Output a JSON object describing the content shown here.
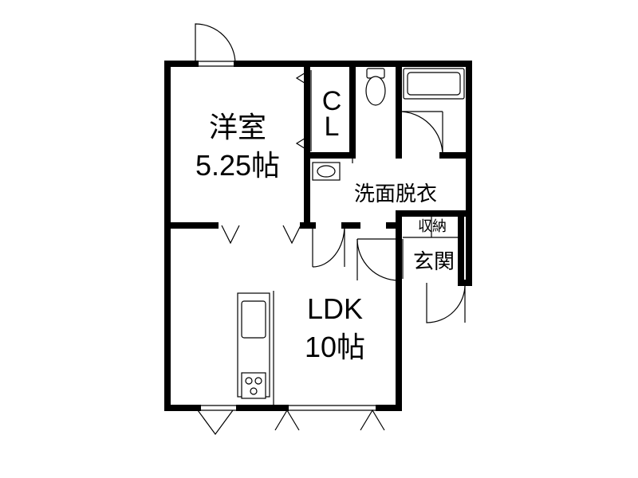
{
  "rooms": {
    "western_room": {
      "name": "洋室",
      "size": "5.25帖"
    },
    "closet": {
      "line1": "C",
      "line2": "L"
    },
    "washroom": {
      "name": "洗面脱衣"
    },
    "storage": {
      "name": "収納"
    },
    "entrance": {
      "name": "玄関"
    },
    "ldk": {
      "name": "LDK",
      "size": "10帖"
    }
  }
}
